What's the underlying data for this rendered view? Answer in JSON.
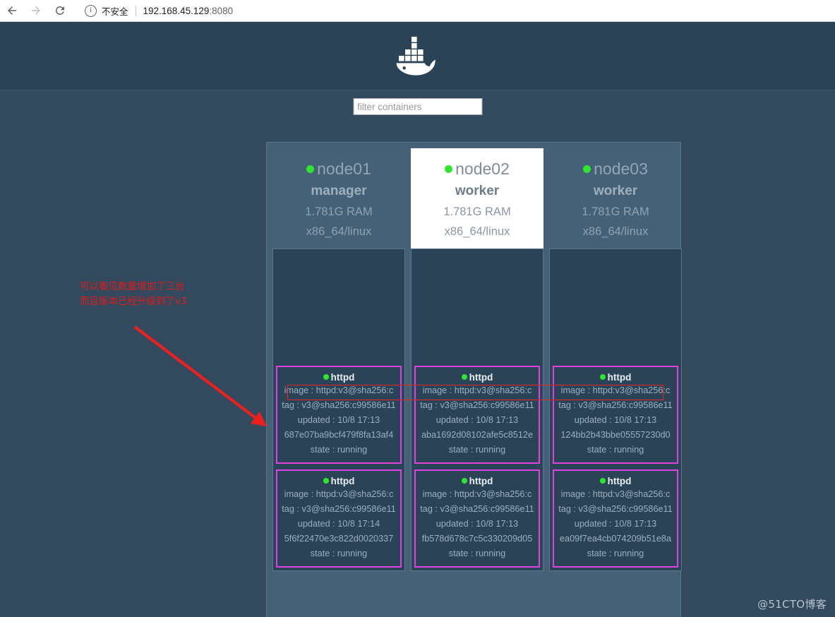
{
  "browser": {
    "back_icon": "arrow-left-icon",
    "forward_icon": "arrow-right-icon",
    "reload_icon": "reload-icon",
    "info_icon": "info-circle-icon",
    "security_label": "不安全",
    "url": "192.168.45.129:8080",
    "url_host": "192.168.45.129",
    "url_port": ":8080"
  },
  "page": {
    "logo_icon": "docker-whale-logo",
    "filter": {
      "placeholder": "filter containers",
      "value": ""
    },
    "colors": {
      "page_bg": "#33495e",
      "header_bg": "#2b4356",
      "panel_bg": "#456178",
      "node_body_bg": "#2b4357",
      "container_border": "#e040e0",
      "status_dot": "#2ee62e",
      "annotation_red": "#e01b1b"
    },
    "nodes": [
      {
        "name": "node01",
        "role": "manager",
        "ram": "1.781G RAM",
        "arch": "x86_64/linux",
        "status_dot": "status-dot-green",
        "highlighted": false,
        "containers": [
          {
            "name": "httpd",
            "status_dot": "status-dot-green",
            "image": "image : httpd:v3@sha256:c",
            "tag": "tag : v3@sha256:c99586e11",
            "updated": "updated : 10/8 17:13",
            "id": "687e07ba9bcf479f8fa13af4",
            "state": "state : running"
          },
          {
            "name": "httpd",
            "status_dot": "status-dot-green",
            "image": "image : httpd:v3@sha256:c",
            "tag": "tag : v3@sha256:c99586e11",
            "updated": "updated : 10/8 17:14",
            "id": "5f6f22470e3c822d0020337",
            "state": "state : running"
          }
        ]
      },
      {
        "name": "node02",
        "role": "worker",
        "ram": "1.781G RAM",
        "arch": "x86_64/linux",
        "status_dot": "status-dot-green",
        "highlighted": true,
        "containers": [
          {
            "name": "httpd",
            "status_dot": "status-dot-green",
            "image": "image : httpd:v3@sha256:c",
            "tag": "tag : v3@sha256:c99586e11",
            "updated": "updated : 10/8 17:13",
            "id": "aba1692d08102afe5c8512e",
            "state": "state : running"
          },
          {
            "name": "httpd",
            "status_dot": "status-dot-green",
            "image": "image : httpd:v3@sha256:c",
            "tag": "tag : v3@sha256:c99586e11",
            "updated": "updated : 10/8 17:13",
            "id": "fb578d678c7c5c330209d05",
            "state": "state : running"
          }
        ]
      },
      {
        "name": "node03",
        "role": "worker",
        "ram": "1.781G RAM",
        "arch": "x86_64/linux",
        "status_dot": "status-dot-green",
        "highlighted": false,
        "containers": [
          {
            "name": "httpd",
            "status_dot": "status-dot-green",
            "image": "image : httpd:v3@sha256:c",
            "tag": "tag : v3@sha256:c99586e11",
            "updated": "updated : 10/8 17:13",
            "id": "124bb2b43bbe05557230d0",
            "state": "state : running"
          },
          {
            "name": "httpd",
            "status_dot": "status-dot-green",
            "image": "image : httpd:v3@sha256:c",
            "tag": "tag : v3@sha256:c99586e11",
            "updated": "updated : 10/8 17:13",
            "id": "ea09f7ea4cb074209b51e8a",
            "state": "state : running"
          }
        ]
      }
    ]
  },
  "annotations": {
    "text_line1": "可以看见数量增加了三台",
    "text_line2": "而且版本已经升级到了v3",
    "arrow_icon": "red-arrow-icon",
    "highlight_box_icon": "red-highlight-box"
  },
  "watermark": "@51CTO博客"
}
